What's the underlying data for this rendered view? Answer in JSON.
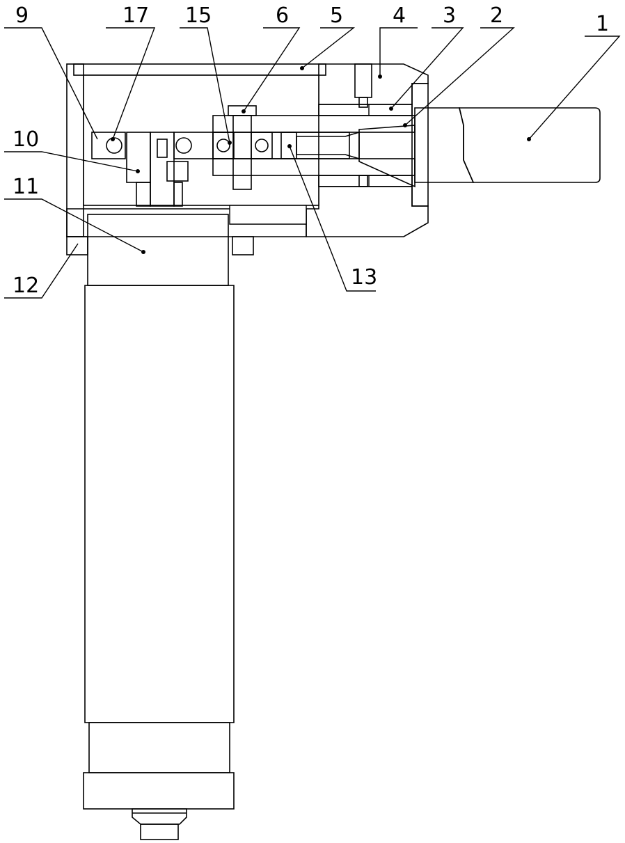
{
  "labels": {
    "l1": "1",
    "l2": "2",
    "l3": "3",
    "l4": "4",
    "l5": "5",
    "l6": "6",
    "l9": "9",
    "l10": "10",
    "l11": "11",
    "l12": "12",
    "l13": "13",
    "l15": "15",
    "l17": "17"
  },
  "colors": {
    "line": "#000000",
    "background": "#ffffff"
  }
}
